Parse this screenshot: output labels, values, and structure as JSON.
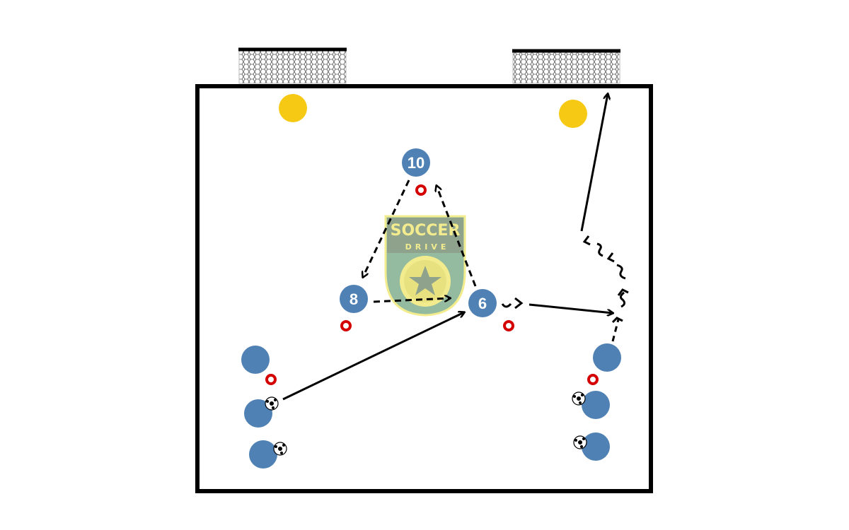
{
  "diagram": {
    "colors": {
      "player": "#4f81b4",
      "coach": "#f6c915",
      "cone": "#d40000",
      "line": "#000000",
      "logo_bg": "#8fb89a",
      "logo_fg": "#f3ec8a"
    },
    "logo": {
      "line1": "SOCCER",
      "line2": "DRIVE"
    },
    "numbered_players": [
      {
        "label": "10"
      },
      {
        "label": "8"
      },
      {
        "label": "6"
      }
    ]
  }
}
